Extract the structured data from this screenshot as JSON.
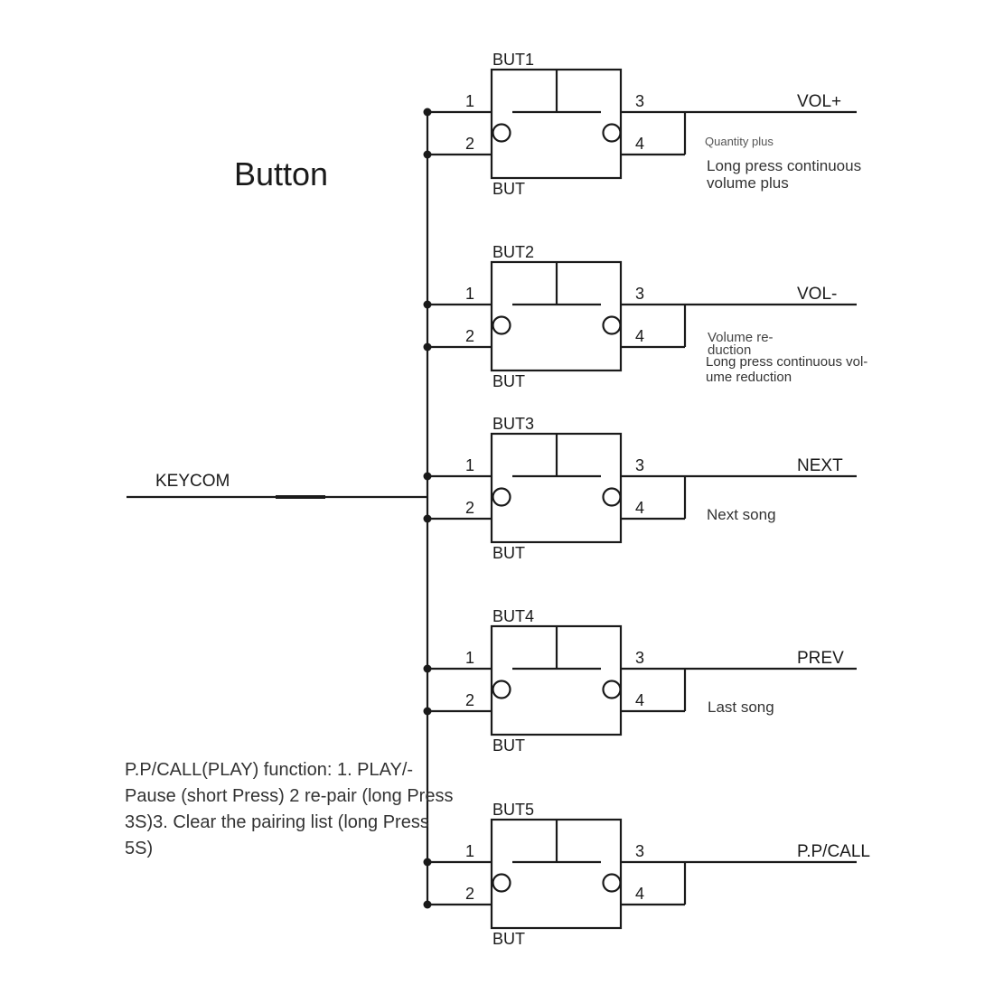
{
  "title": "Button",
  "keycom_label": "KEYCOM",
  "buttons": [
    {
      "name": "BUT1",
      "sub": "BUT",
      "pins": [
        "1",
        "2",
        "3",
        "4"
      ],
      "signal": "VOL+"
    },
    {
      "name": "BUT2",
      "sub": "BUT",
      "pins": [
        "1",
        "2",
        "3",
        "4"
      ],
      "signal": "VOL-"
    },
    {
      "name": "BUT3",
      "sub": "BUT",
      "pins": [
        "1",
        "2",
        "3",
        "4"
      ],
      "signal": "NEXT"
    },
    {
      "name": "BUT4",
      "sub": "BUT",
      "pins": [
        "1",
        "2",
        "3",
        "4"
      ],
      "signal": "PREV"
    },
    {
      "name": "BUT5",
      "sub": "BUT",
      "pins": [
        "1",
        "2",
        "3",
        "4"
      ],
      "signal": "P.P/CALL"
    }
  ],
  "notes": {
    "vol_plus_small": "Quantity plus",
    "vol_plus": "Long press continuous volume plus",
    "vol_minus_small": "Volume re-duction",
    "vol_minus": "Long press continuous vol-ume reduction",
    "next": "Next song",
    "prev": "Last song"
  },
  "function_note": "P.P/CALL(PLAY) function: 1. PLAY/-Pause (short Press) 2 re-pair (long Press 3S)3. Clear the pairing list (long Press 5S)",
  "colors": {
    "line": "#1a1a1a",
    "text": "#333333",
    "background": "#ffffff"
  }
}
